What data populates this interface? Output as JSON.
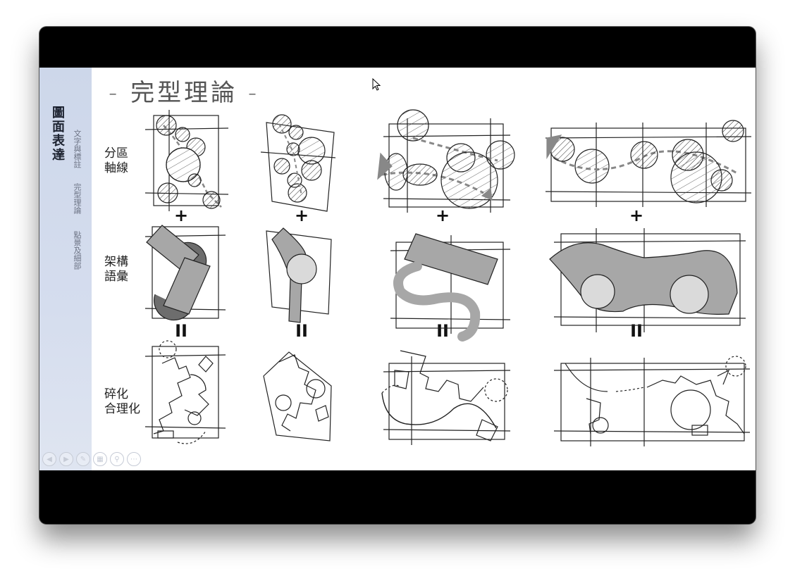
{
  "slide": {
    "title": "- 完型理論 -",
    "side_nav": {
      "title": "圖面表達",
      "items": [
        "文字與標註",
        "完型理論",
        "點景及細部"
      ]
    },
    "rows": [
      {
        "label_1": "分區",
        "label_2": "軸線"
      },
      {
        "label_1": "架構",
        "label_2": "語彙"
      },
      {
        "label_1": "碎化",
        "label_2": "合理化"
      }
    ],
    "operators": {
      "plus": "+",
      "equals": "II"
    },
    "controls": [
      "prev-icon",
      "next-icon",
      "pen-icon",
      "slides-icon",
      "zoom-icon",
      "more-icon"
    ]
  },
  "colors": {
    "side_nav": "#d3dbec",
    "shape_gray": "#a7a7a7",
    "shape_dark": "#6d6d6d",
    "shape_light": "#dadada"
  }
}
